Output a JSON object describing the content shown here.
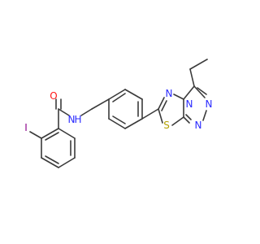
{
  "colors": {
    "bond": "#3a3a3a",
    "carbon": "#3a3a3a",
    "nitrogen": "#2b2bff",
    "oxygen": "#ff1a1a",
    "sulfur": "#b3a100",
    "iodine": "#8b008b"
  },
  "atoms": [
    {
      "id": "O",
      "label": "O",
      "element": "oxygen"
    },
    {
      "id": "I",
      "label": "I",
      "element": "iodine"
    },
    {
      "id": "NH",
      "label": "N",
      "sub": "H",
      "element": "nitrogen"
    },
    {
      "id": "N1",
      "label": "N",
      "element": "nitrogen"
    },
    {
      "id": "N2",
      "label": "N",
      "element": "nitrogen"
    },
    {
      "id": "N3",
      "label": "N",
      "element": "nitrogen"
    },
    {
      "id": "N4",
      "label": "N",
      "element": "nitrogen"
    },
    {
      "id": "S",
      "label": "S",
      "element": "sulfur"
    }
  ]
}
